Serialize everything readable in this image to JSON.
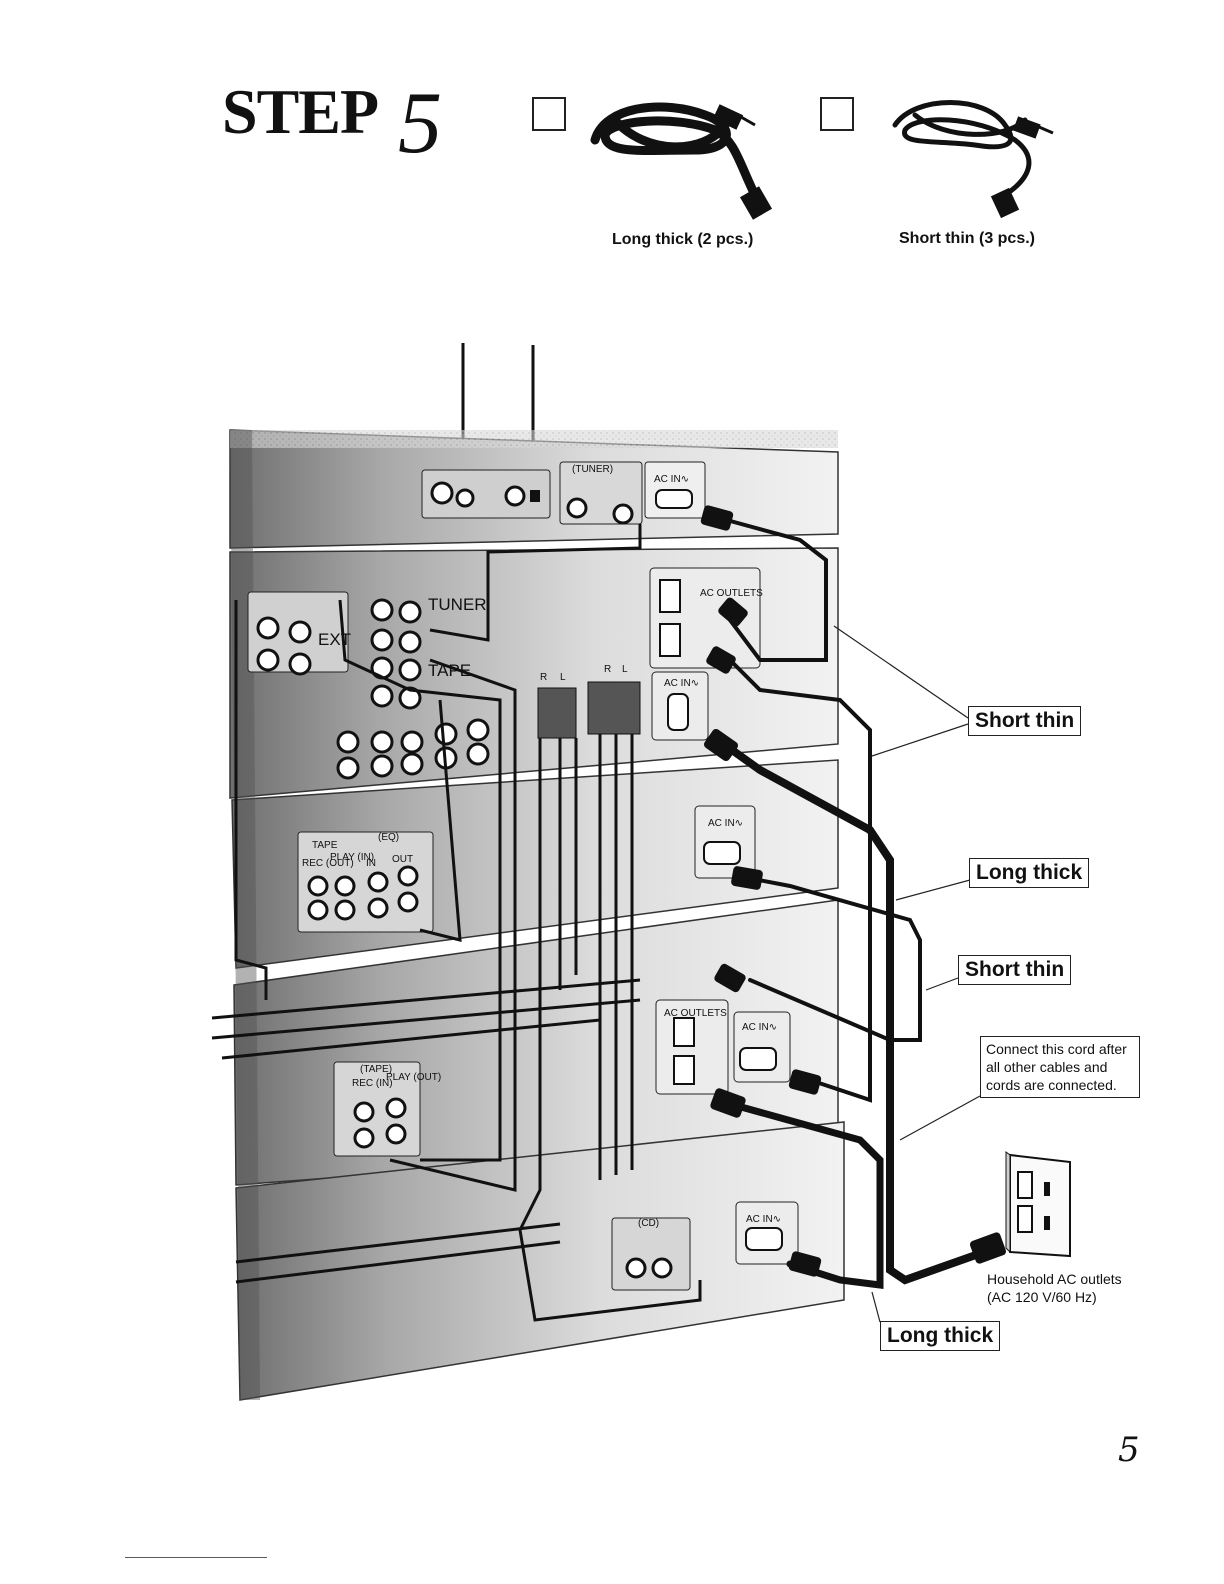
{
  "step": {
    "word": "STEP",
    "number": "5"
  },
  "parts": [
    {
      "caption": "Long thick (2 pcs.)",
      "icon": "power-cord-thick-icon"
    },
    {
      "caption": "Short thin (3 pcs.)",
      "icon": "power-cord-thin-icon"
    }
  ],
  "panels": {
    "tuner_jack": "(TUNER)",
    "ac_in": "AC IN∿",
    "ac_outlets": "AC OUTLETS",
    "tuner": "TUNER",
    "ext": "EXT",
    "tape": "TAPE",
    "eq": "(EQ)",
    "rec_out": "REC (OUT)",
    "play_in": "PLAY (IN)",
    "in": "IN",
    "out": "OUT",
    "tape_jack": "(TAPE)",
    "rec_in": "REC (IN)",
    "play_out": "PLAY (OUT)",
    "cd_jack": "(CD)",
    "r": "R",
    "l": "L"
  },
  "callouts": {
    "short_thin_1": "Short thin",
    "long_thick_1": "Long thick",
    "short_thin_2": "Short thin",
    "long_thick_2": "Long thick"
  },
  "note": "Connect this cord after all other cables and cords are connected.",
  "outlet": {
    "line1": "Household AC outlets",
    "line2": "(AC 120 V/60 Hz)"
  },
  "page_number": "5"
}
